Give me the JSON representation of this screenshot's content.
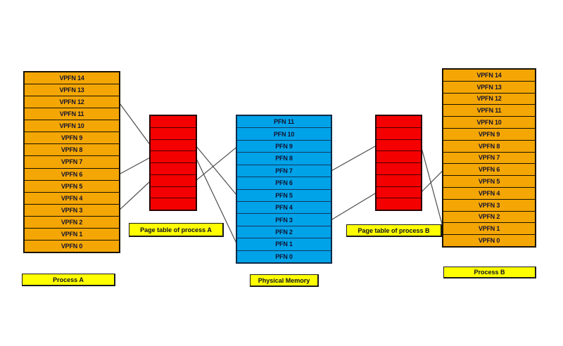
{
  "colors": {
    "orange": "#F4A604",
    "red": "#F50000",
    "blue": "#00A2E8",
    "yellow": "#FFFF00",
    "line": "#4d4d4d",
    "text": "#131330"
  },
  "labels": {
    "process_a": "Process A",
    "page_table_a": "Page table of process A",
    "physical_memory": "Physical Memory",
    "page_table_b": "Page table of process B",
    "process_b": "Process B"
  },
  "tables": {
    "process_a": {
      "rows": [
        "VPFN 14",
        "VPFN 13",
        "VPFN 12",
        "VPFN 11",
        "VPFN 10",
        "VPFN 9",
        "VPFN 8",
        "VPFN 7",
        "VPFN 6",
        "VPFN 5",
        "VPFN 4",
        "VPFN 3",
        "VPFN 2",
        "VPFN 1",
        "VPFN 0"
      ]
    },
    "page_table_a": {
      "rows": [
        "",
        "",
        "",
        "",
        "",
        "",
        "",
        ""
      ]
    },
    "physical_memory": {
      "rows": [
        "PFN 11",
        "PFN 10",
        "PFN 9",
        "PFN 8",
        "PFN 7",
        "PFN 6",
        "PFN 5",
        "PFN 4",
        "PFN 3",
        "PFN 2",
        "PFN 1",
        "PFN 0"
      ]
    },
    "page_table_b": {
      "rows": [
        "",
        "",
        "",
        "",
        "",
        "",
        "",
        ""
      ]
    },
    "process_b": {
      "rows": [
        "VPFN 14",
        "VPFN 13",
        "VPFN 12",
        "VPFN 11",
        "VPFN 10",
        "VPFN 9",
        "VPFN 8",
        "VPFN 7",
        "VPFN 6",
        "VPFN 5",
        "VPFN 4",
        "VPFN 3",
        "VPFN 2",
        "VPFN 1",
        "VPFN 0"
      ]
    }
  },
  "connections": [
    {
      "from_table": "process_a",
      "from_row": 2,
      "from_side": "right",
      "to_table": "page_table_a",
      "to_row": 2,
      "to_side": "left"
    },
    {
      "from_table": "process_a",
      "from_row": 8,
      "from_side": "right",
      "to_table": "page_table_a",
      "to_row": 3,
      "to_side": "left"
    },
    {
      "from_table": "process_a",
      "from_row": 11,
      "from_side": "right",
      "to_table": "page_table_a",
      "to_row": 5,
      "to_side": "left"
    },
    {
      "from_table": "page_table_a",
      "from_row": 2,
      "from_side": "right",
      "to_table": "physical_memory",
      "to_row": 6,
      "to_side": "left"
    },
    {
      "from_table": "page_table_a",
      "from_row": 3,
      "from_side": "right",
      "to_table": "physical_memory",
      "to_row": 10,
      "to_side": "left"
    },
    {
      "from_table": "page_table_a",
      "from_row": 5,
      "from_side": "right",
      "to_table": "physical_memory",
      "to_row": 2,
      "to_side": "left"
    },
    {
      "from_table": "physical_memory",
      "from_row": 4,
      "from_side": "right",
      "to_table": "page_table_b",
      "to_row": 2,
      "to_side": "left"
    },
    {
      "from_table": "physical_memory",
      "from_row": 8,
      "from_side": "right",
      "to_table": "page_table_b",
      "to_row": 6,
      "to_side": "left"
    },
    {
      "from_table": "page_table_b",
      "from_row": 2,
      "from_side": "right",
      "to_table": "process_b",
      "to_row": 13,
      "to_side": "left"
    },
    {
      "from_table": "page_table_b",
      "from_row": 6,
      "from_side": "right",
      "to_table": "process_b",
      "to_row": 8,
      "to_side": "left"
    }
  ]
}
